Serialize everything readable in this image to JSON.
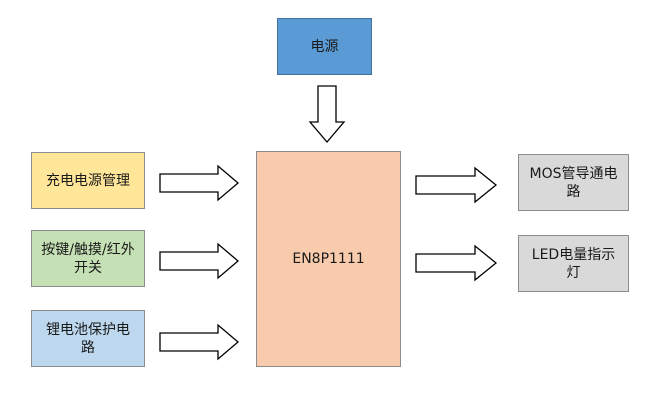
{
  "blocks": {
    "power": {
      "label": "电源",
      "fill": "#5b9bd5",
      "stroke": "#41719c"
    },
    "charge": {
      "label": "充电电源管理",
      "fill": "#ffe699",
      "stroke": "#8c8c8c"
    },
    "keys": {
      "label": "按键/触摸/红外开关",
      "fill": "#c5e0b4",
      "stroke": "#8c8c8c"
    },
    "battery": {
      "label": "锂电池保护电路",
      "fill": "#bdd7ee",
      "stroke": "#8c8c8c"
    },
    "mcu": {
      "label": "EN8P1111",
      "fill": "#f8cbad",
      "stroke": "#8c8c8c"
    },
    "mos": {
      "label": "MOS管导通电路",
      "fill": "#d9d9d9",
      "stroke": "#8c8c8c"
    },
    "led": {
      "label": "LED电量指示灯",
      "fill": "#d9d9d9",
      "stroke": "#8c8c8c"
    }
  },
  "connections": [
    {
      "from": "power",
      "to": "mcu"
    },
    {
      "from": "charge",
      "to": "mcu"
    },
    {
      "from": "keys",
      "to": "mcu"
    },
    {
      "from": "battery",
      "to": "mcu"
    },
    {
      "from": "mcu",
      "to": "mos"
    },
    {
      "from": "mcu",
      "to": "led"
    }
  ]
}
